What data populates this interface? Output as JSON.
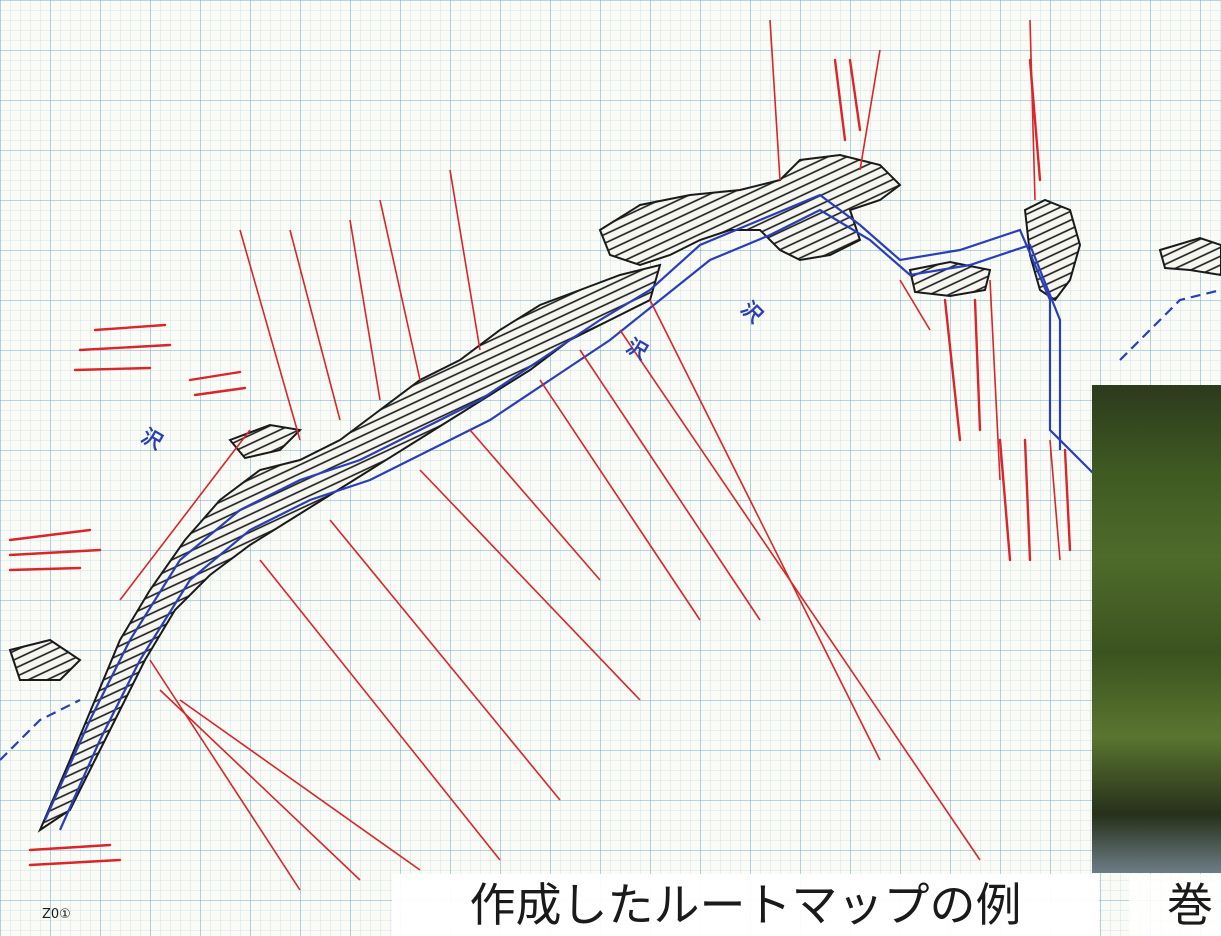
{
  "captions": {
    "main": "作成したルートマップの例",
    "photo": "巻"
  },
  "labels": {
    "stream_left": "沢",
    "stream_upper": "沢",
    "stream_side": "沢",
    "corner_note": "Z0①"
  },
  "colors": {
    "grid": "#7fb8d6",
    "paper": "#fbfbf6",
    "ink_black": "#1a1a1a",
    "ink_red": "#d8262a",
    "ink_blue": "#2b3fb5"
  },
  "icons": {
    "photo_inset": "moss-rock-photo"
  }
}
